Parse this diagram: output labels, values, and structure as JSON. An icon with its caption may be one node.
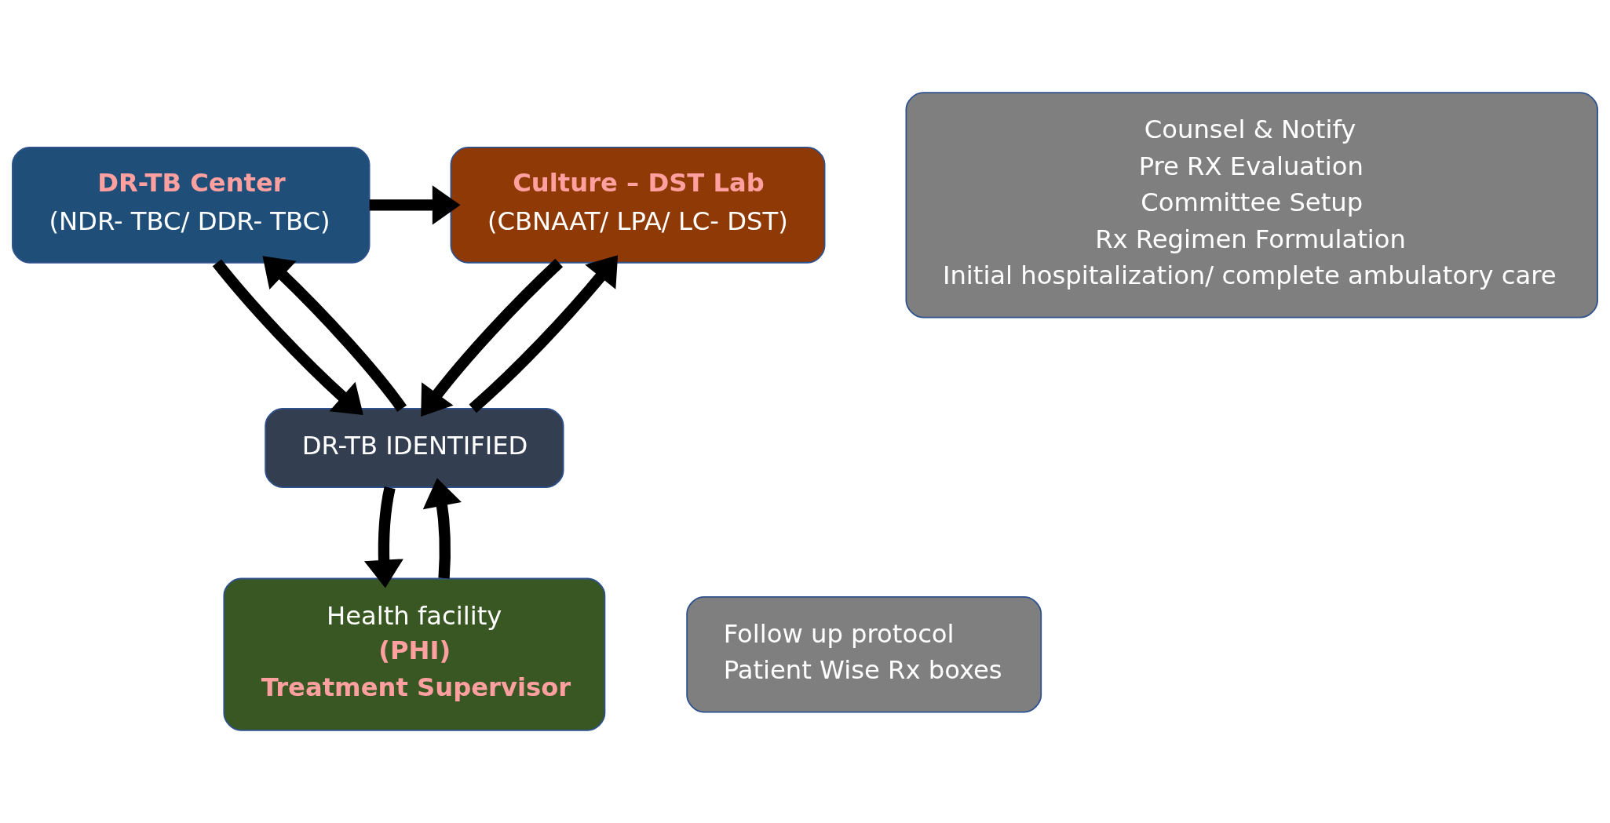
{
  "diagram": {
    "nodes": [
      {
        "text": [
          "Culture – DST Lab",
          "(CBNAAT/ LPA/ LC- DST)"
        ]
      },
      {
        "text": [
          "DR-TB Center",
          "(NDR- TBC/ DDR- TBC)"
        ]
      },
      {
        "text": [
          "Counsel & Notify",
          "Pre RX Evaluation",
          "Committee Setup",
          "Rx Regimen Formulation",
          "Initial hospitalization/ complete ambulatory care"
        ]
      },
      {
        "text": [
          "DR-TB IDENTIFIED"
        ]
      },
      {
        "text": [
          "Health facility",
          "(PHI)",
          "Treatment Supervisor"
        ]
      },
      {
        "text": [
          "Follow up protocol",
          "Patient Wise Rx boxes"
        ]
      }
    ],
    "edges": [
      {
        "from": 1,
        "to": 0,
        "arrow": "to"
      },
      {
        "from": 3,
        "to": 0,
        "arrow": "to"
      },
      {
        "from": 0,
        "to": 3,
        "arrow": "to"
      },
      {
        "from": 3,
        "to": 1,
        "arrow": "to"
      },
      {
        "from": 1,
        "to": 3,
        "arrow": "to"
      },
      {
        "from": 4,
        "to": 3,
        "arrow": "to"
      },
      {
        "from": 3,
        "to": 4,
        "arrow": "to"
      }
    ]
  }
}
